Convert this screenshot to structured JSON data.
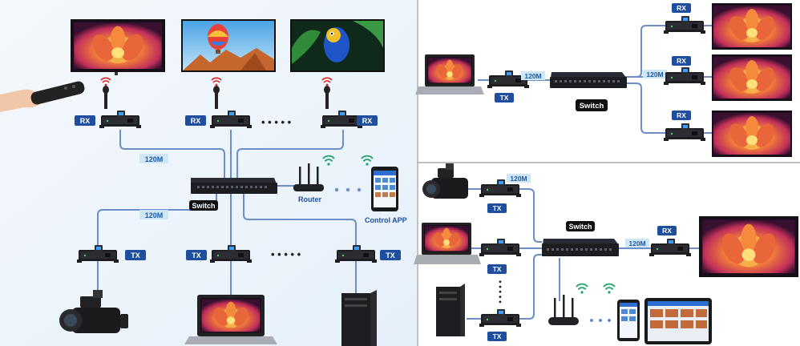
{
  "labels": {
    "rx": "RX",
    "tx": "TX",
    "switch": "Switch",
    "router": "Router",
    "control_app": "Control APP",
    "cable_120m": "120M"
  },
  "dots": "• • • • •",
  "dots_vertical": "• • • • •",
  "colors": {
    "accent_blue": "#1f4e9e",
    "cable": "#6b8fc6",
    "label_box": "#1f4e9e",
    "cable_label_bg": "#cfe6f7",
    "cable_label_text": "#1a5aa8",
    "switch_label_bg": "#111111",
    "wifi_green": "#1fa36b",
    "panel_border": "#9a9a9a",
    "bg_left": "#eaf2fa"
  },
  "icons": [
    "tv-flower-icon",
    "tv-balloon-icon",
    "tv-parrot-icon",
    "remote-icon",
    "wifi-signal-icon",
    "extender-icon",
    "switch-icon",
    "router-icon",
    "phone-icon",
    "camcorder-icon",
    "laptop-icon",
    "pc-tower-icon",
    "tablet-icon"
  ]
}
